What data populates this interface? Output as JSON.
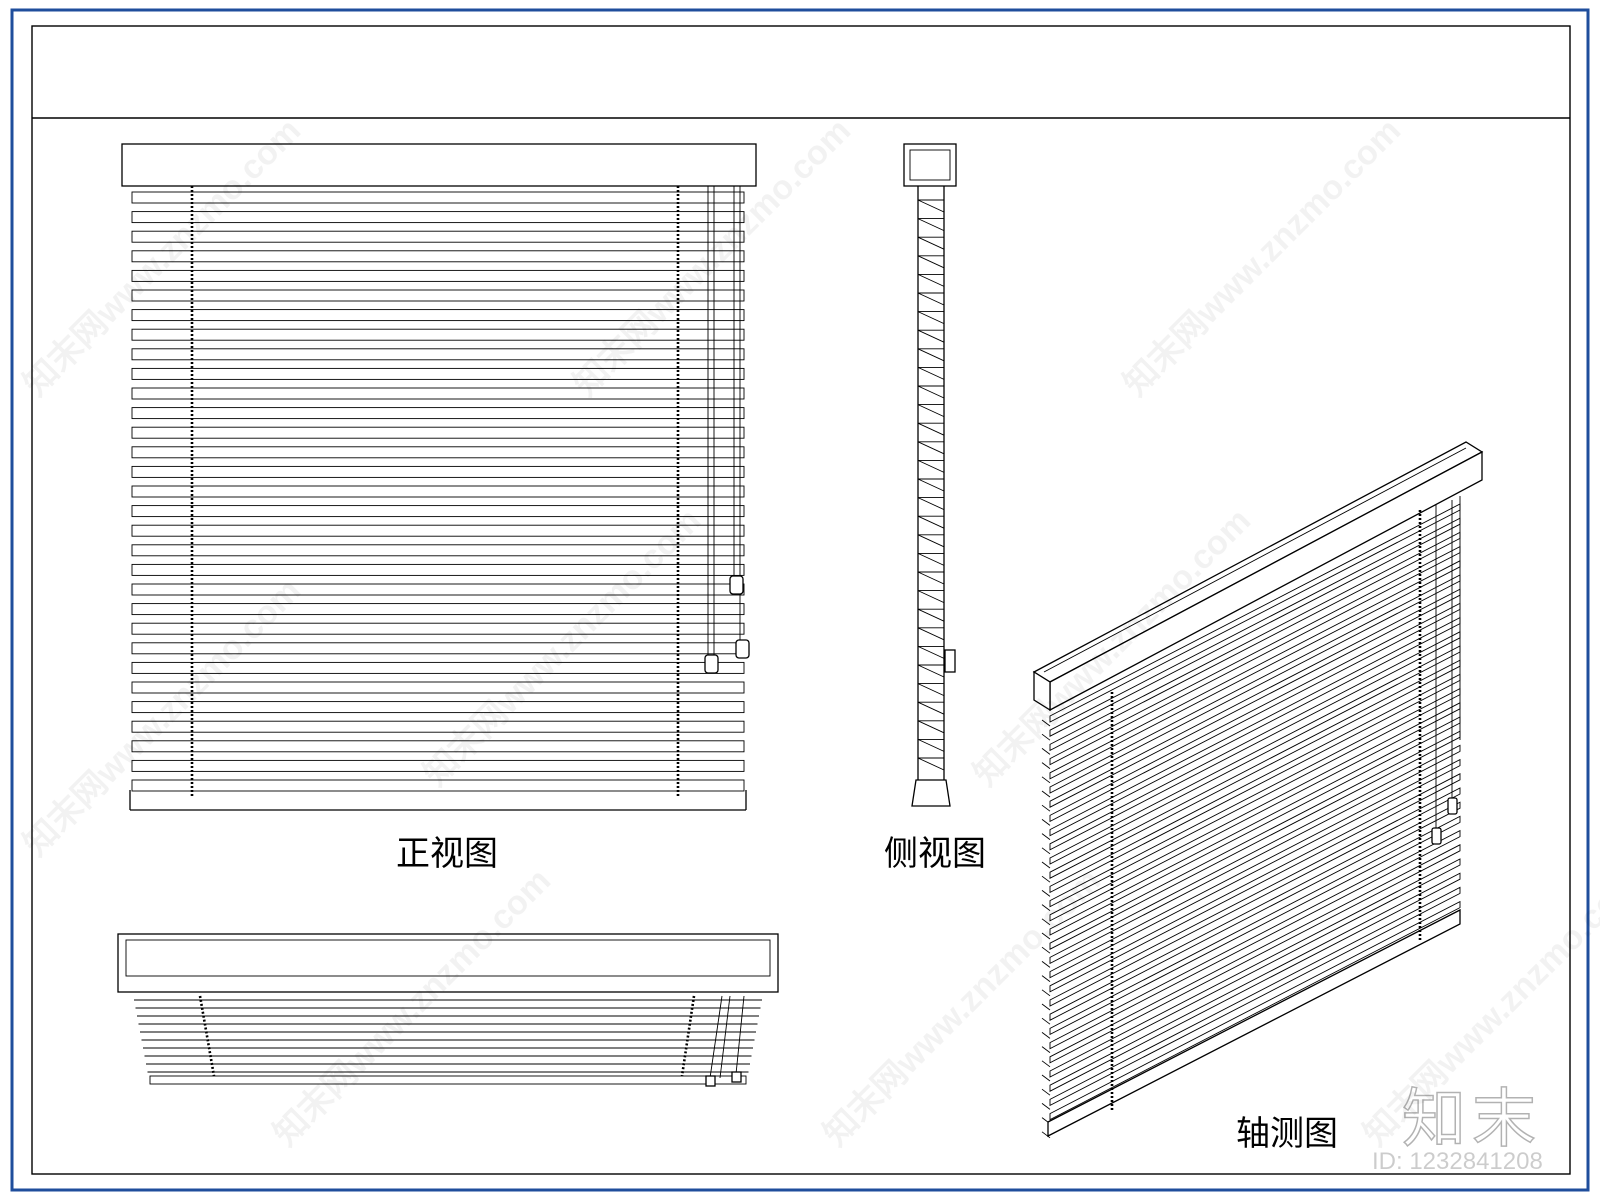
{
  "views": {
    "front": {
      "caption": "正视图"
    },
    "side": {
      "caption": "侧视图"
    },
    "axonometric": {
      "caption": "轴测图"
    }
  },
  "watermark": {
    "text": "知末网www.znzmo.com",
    "logo": "知末",
    "image_id": "ID: 1232841208"
  },
  "colors": {
    "line": "#000000",
    "frame": "#1f4e9c",
    "background": "#ffffff"
  }
}
